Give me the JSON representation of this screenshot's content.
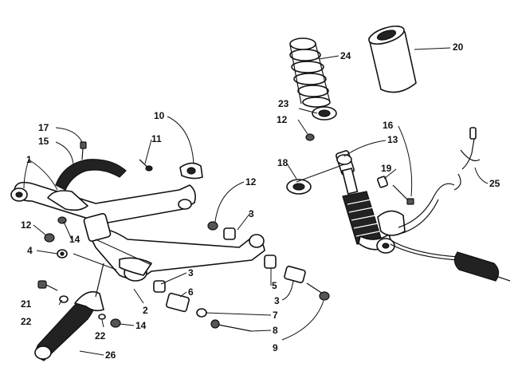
{
  "callouts": [
    {
      "id": "c1",
      "text": "1"
    },
    {
      "id": "c2",
      "text": "2"
    },
    {
      "id": "c3a",
      "text": "3"
    },
    {
      "id": "c3b",
      "text": "3"
    },
    {
      "id": "c3c",
      "text": "3"
    },
    {
      "id": "c4",
      "text": "4"
    },
    {
      "id": "c5",
      "text": "5"
    },
    {
      "id": "c6",
      "text": "6"
    },
    {
      "id": "c7",
      "text": "7"
    },
    {
      "id": "c8",
      "text": "8"
    },
    {
      "id": "c9",
      "text": "9"
    },
    {
      "id": "c10",
      "text": "10"
    },
    {
      "id": "c11",
      "text": "11"
    },
    {
      "id": "c12a",
      "text": "12"
    },
    {
      "id": "c12b",
      "text": "12"
    },
    {
      "id": "c12c",
      "text": "12"
    },
    {
      "id": "c13",
      "text": "13"
    },
    {
      "id": "c14a",
      "text": "14"
    },
    {
      "id": "c14b",
      "text": "14"
    },
    {
      "id": "c15",
      "text": "15"
    },
    {
      "id": "c16",
      "text": "16"
    },
    {
      "id": "c17",
      "text": "17"
    },
    {
      "id": "c18",
      "text": "18"
    },
    {
      "id": "c19",
      "text": "19"
    },
    {
      "id": "c20",
      "text": "20"
    },
    {
      "id": "c21",
      "text": "21"
    },
    {
      "id": "c22a",
      "text": "22"
    },
    {
      "id": "c22b",
      "text": "22"
    },
    {
      "id": "c23",
      "text": "23"
    },
    {
      "id": "c24",
      "text": "24"
    },
    {
      "id": "c25",
      "text": "25"
    },
    {
      "id": "c26",
      "text": "26"
    }
  ]
}
